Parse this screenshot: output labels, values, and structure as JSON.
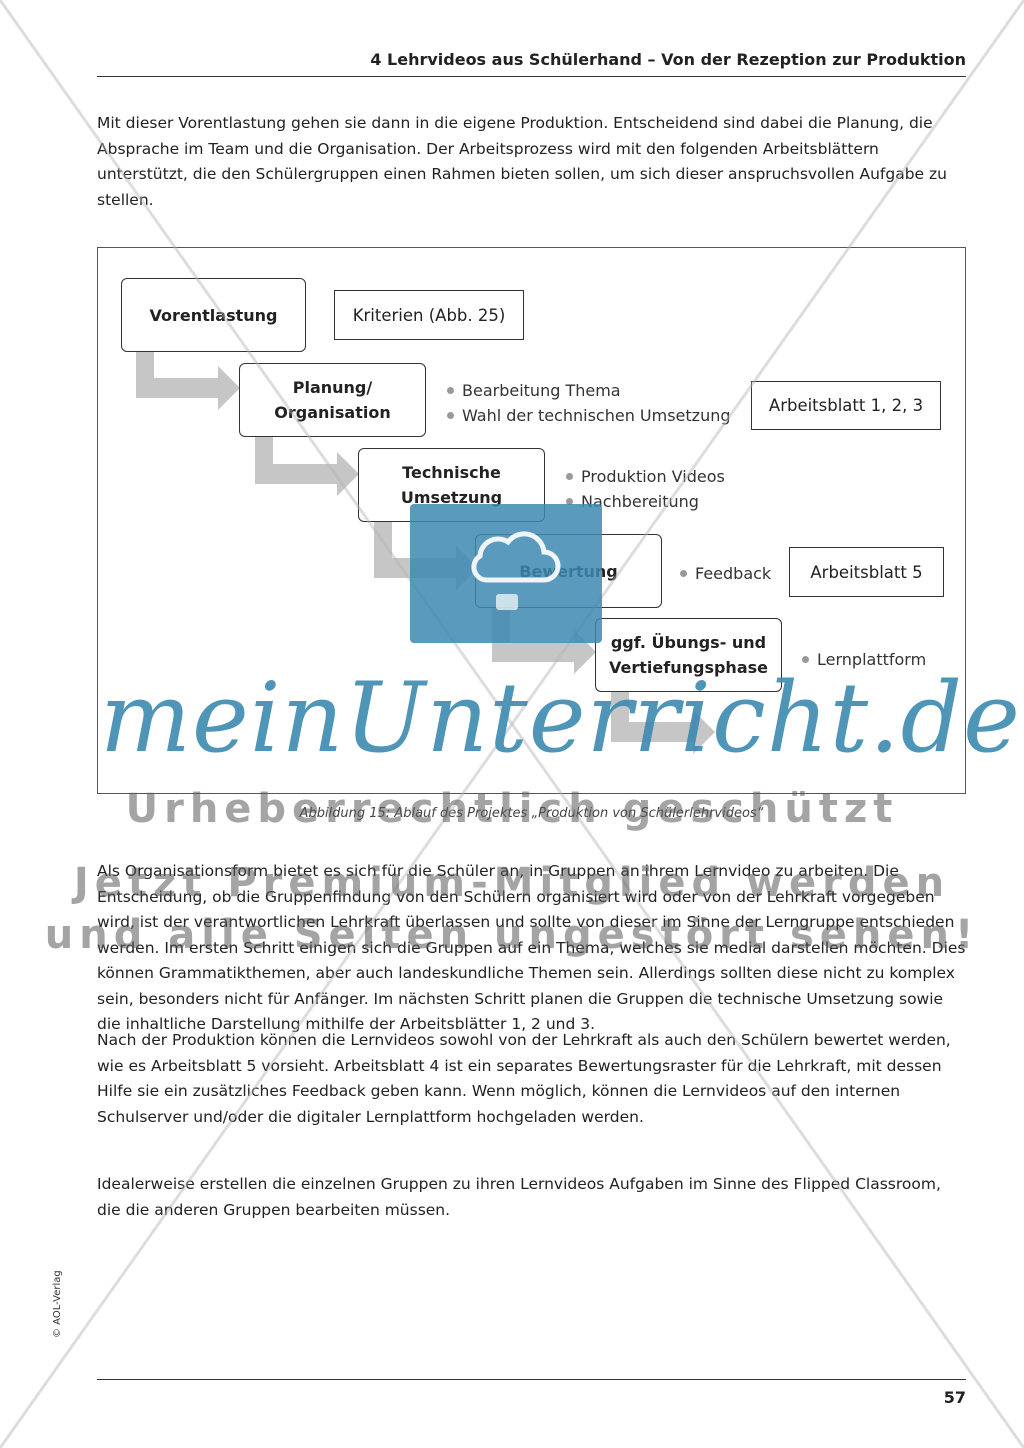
{
  "header": {
    "title": "4  Lehrvideos aus Schülerhand – Von der Rezeption zur Produktion"
  },
  "paragraphs": {
    "p1": "Mit dieser Vorentlastung gehen sie dann in die eigene Produktion. Entscheidend sind dabei die Planung, die Absprache im Team und die Organisation. Der Arbeitsprozess wird mit den folgenden Arbeitsblättern unterstützt, die den Schülergruppen einen Rahmen bieten sollen, um sich dieser anspruchsvollen Aufgabe zu stellen.",
    "p2": "Als Organisationsform bietet es sich für die Schüler an, in Gruppen an ihrem Lernvideo zu arbeiten. Die Entscheidung, ob die Gruppenfindung von den Schülern organisiert wird oder von der Lehrkraft vorgegeben wird, ist der verantwortlichen Lehrkraft überlassen und sollte von dieser im Sinne der Lerngruppe entschieden werden. Im ersten Schritt einigen sich die Gruppen auf ein Thema, welches sie medial darstellen möchten. Dies können Grammatikthemen, aber auch landeskundliche Themen sein. Allerdings sollten diese nicht zu komplex sein, besonders nicht für Anfänger. Im nächsten Schritt planen die Gruppen die technische Umsetzung sowie die inhaltliche Darstellung mithilfe der Arbeitsblätter 1, 2 und 3.",
    "p3": "Nach der Produktion können die Lernvideos sowohl von der Lehrkraft als auch den Schülern bewertet werden, wie es Arbeitsblatt 5 vorsieht. Arbeitsblatt 4 ist ein separates Bewertungsraster für die Lehrkraft, mit dessen Hilfe sie ein zusätzliches Feedback geben kann. Wenn möglich, können die Lernvideos auf den internen Schulserver und/oder die digitaler Lernplattform hochgeladen werden.",
    "p4": "Idealerweise erstellen die einzelnen Gruppen zu ihren Lernvideos Aufgaben im Sinne des Flipped Classroom, die die anderen Gruppen bearbeiten müssen."
  },
  "diagram": {
    "steps": {
      "s1": "Vorentlastung",
      "s2a": "Planung/",
      "s2b": "Organisation",
      "s3a": "Technische",
      "s3b": "Umsetzung",
      "s4": "Bewertung",
      "s5a": "ggf. Übungs- und",
      "s5b": "Vertiefungsphase"
    },
    "tags": {
      "criteria": "Kriterien (Abb. 25)",
      "sheets123": "Arbeitsblatt 1, 2, 3",
      "sheet5": "Arbeitsblatt 5"
    },
    "bullets": {
      "b2": [
        "Bearbeitung Thema",
        "Wahl der technischen Umsetzung"
      ],
      "b3": [
        "Produktion Videos",
        "Nachbereitung"
      ],
      "b4": [
        "Feedback"
      ],
      "b5": [
        "Lernplattform"
      ]
    }
  },
  "caption": "Abbildung 15: Ablauf des Projektes „Produktion von Schülerlehrvideos“",
  "watermark": {
    "logo": "meinUnterricht.de",
    "line1": "Urheberrechtlich geschützt",
    "line2": "Jetzt Premium-Mitglied werden",
    "line3": "und alle Seiten ungestört sehen!"
  },
  "footer": {
    "page_number": "57",
    "publisher": "© AOL-Verlag"
  },
  "colors": {
    "arrow": "#c6c6c6",
    "watermark_blue": "#3d8ab1"
  }
}
